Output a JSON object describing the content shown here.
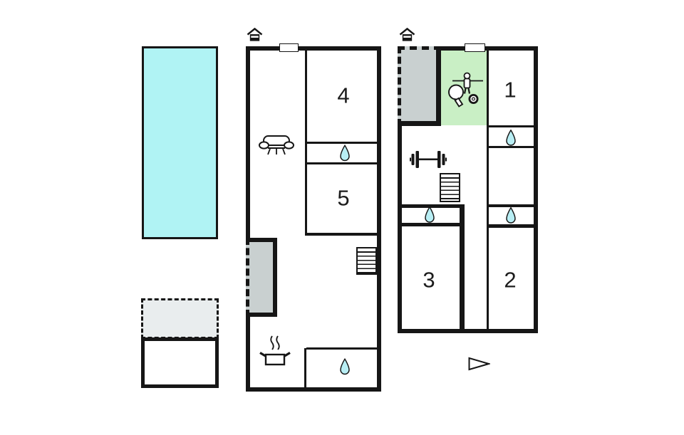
{
  "plan": {
    "type": "vacation-house-floor-plan",
    "rooms": {
      "r1": "1",
      "r2": "2",
      "r3": "3",
      "r4": "4",
      "r5": "5"
    },
    "colors": {
      "wall": "#161616",
      "pool": "#b0f3f4",
      "water_drop": "#b8eef4",
      "game_room": "#c9efc5",
      "terrace_gray": "#c9d0d0",
      "terrace_light": "#e9edee",
      "background": "#ffffff"
    },
    "icons": [
      "house-entrance-icon",
      "sofa-icon",
      "kitchen-pot-icon",
      "stairs-icon",
      "dumbbell-icon",
      "table-tennis-paddle-icon",
      "foosball-player-icon",
      "ball-icon",
      "water-drop-icon",
      "direction-triangle-icon",
      "door-marker"
    ]
  }
}
